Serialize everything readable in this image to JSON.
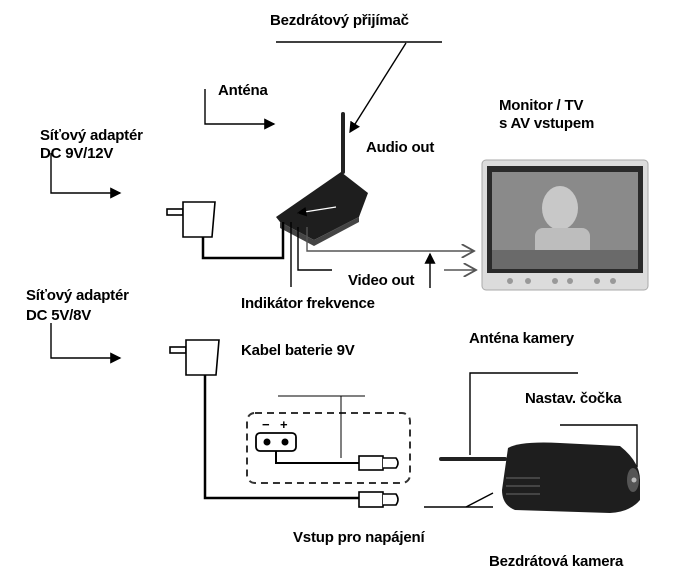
{
  "labels": {
    "receiver": "Bezdrátový přijímač",
    "antenna": "Anténa",
    "adapter1_line1": "Síťový adaptér",
    "adapter1_line2": "DC 9V/12V",
    "audio_out": "Audio out",
    "monitor_line1": "Monitor / TV",
    "monitor_line2": "s AV vstupem",
    "video_out": "Video out",
    "frequency_indicator": "Indikátor frekvence",
    "adapter2_line1": "Síťový adaptér",
    "adapter2_line2": "DC 5V/8V",
    "battery_cable": "Kabel baterie 9V",
    "camera_antenna": "Anténa kamery",
    "adjustable_lens": "Nastav. čočka",
    "power_input": "Vstup pro napájení",
    "wireless_camera": "Bezdrátová kamera",
    "battery_minus": "−",
    "battery_plus": "+"
  },
  "colors": {
    "line": "#000000",
    "device": "#1e1e1e",
    "monitor_frame": "#d8d8d8"
  }
}
